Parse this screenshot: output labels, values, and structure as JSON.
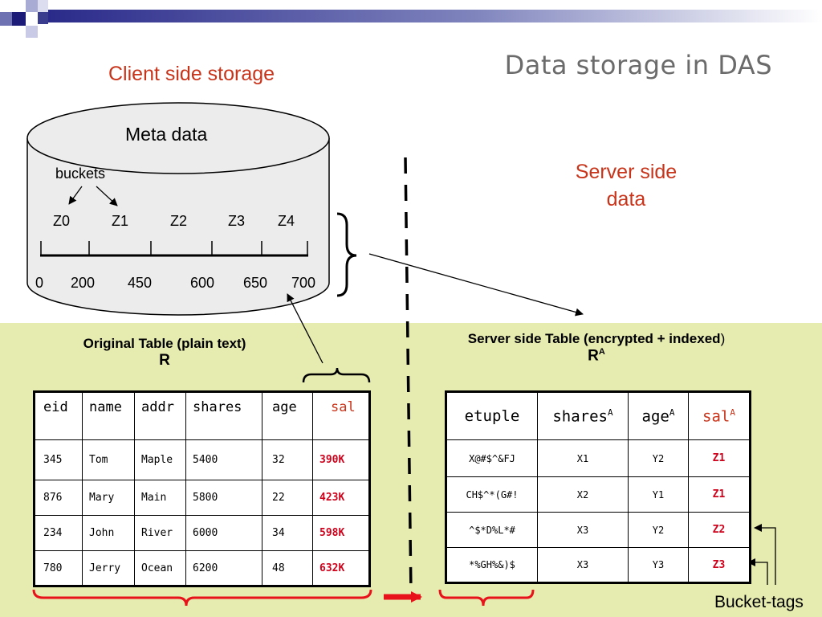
{
  "slide": {
    "title": "Data storage in DAS",
    "client_label": "Client side storage",
    "server_label_line1": "Server side",
    "server_label_line2": "data",
    "bucket_tags_label": "Bucket-tags"
  },
  "client_storage": {
    "meta_label": "Meta data",
    "buckets_label": "buckets",
    "bucket_ids": [
      "Z0",
      "Z1",
      "Z2",
      "Z3",
      "Z4"
    ],
    "boundaries": [
      "0",
      "200",
      "450",
      "600",
      "650",
      "700"
    ]
  },
  "original_table": {
    "caption": "Original Table (plain text)",
    "name": "R",
    "headers": [
      "eid",
      "name",
      "addr",
      "shares",
      "age",
      "sal"
    ],
    "rows": [
      [
        "345",
        "Tom",
        "Maple",
        "5400",
        "32",
        "390K"
      ],
      [
        "876",
        "Mary",
        "Main",
        "5800",
        "22",
        "423K"
      ],
      [
        "234",
        "John",
        "River",
        "6000",
        "34",
        "598K"
      ],
      [
        "780",
        "Jerry",
        "Ocean",
        "6200",
        "48",
        "632K"
      ]
    ]
  },
  "server_table": {
    "caption": "Server side Table (encrypted + indexed)",
    "caption_main": "Server side Table (encrypted + indexed",
    "caption_close": ")",
    "name": "R",
    "name_sup": "A",
    "headers": [
      {
        "text": "etuple",
        "sup": ""
      },
      {
        "text": "shares",
        "sup": "A"
      },
      {
        "text": "age",
        "sup": "A"
      },
      {
        "text": "sal",
        "sup": "A"
      }
    ],
    "rows": [
      [
        "X@#$^&FJ",
        "X1",
        "Y2",
        "Z1"
      ],
      [
        "CH$^*(G#!",
        "X2",
        "Y1",
        "Z1"
      ],
      [
        "^$*D%L*#",
        "X3",
        "Y2",
        "Z2"
      ],
      [
        "*%GH%&)$",
        "X3",
        "Y3",
        "Z3"
      ]
    ]
  },
  "colors": {
    "accent_red": "#c8341a",
    "value_red": "#d0021b",
    "band_green": "#e6ebb0",
    "title_gray": "#6b6b6b",
    "header_blue": "#1f1f7a"
  }
}
